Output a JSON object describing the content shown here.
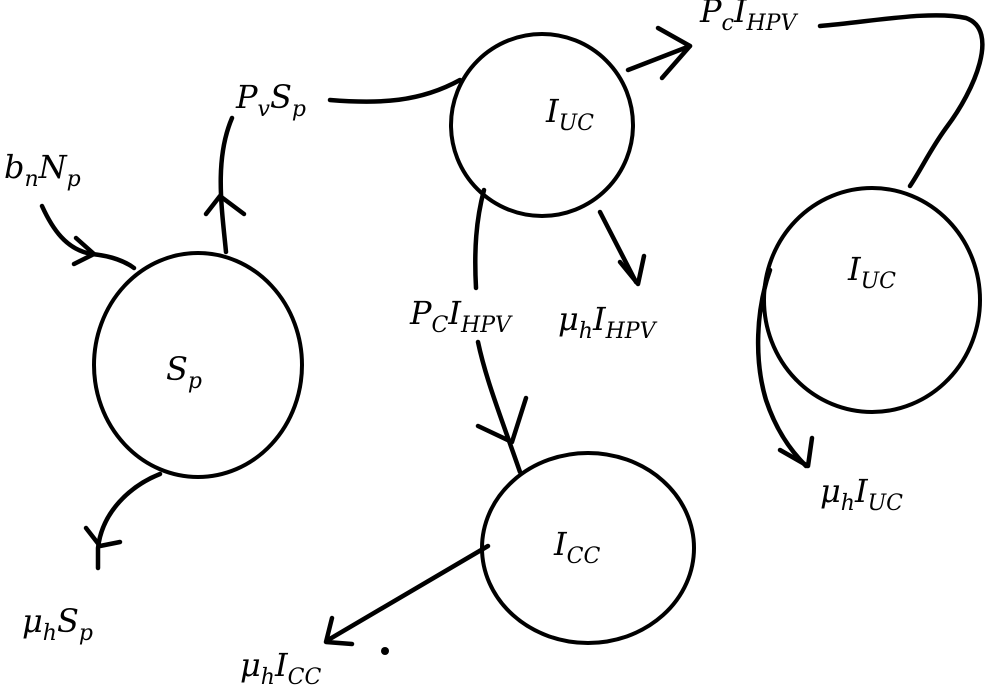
{
  "nodes": {
    "sp": {
      "base": "S",
      "sub": "p"
    },
    "iuc1": {
      "base": "I",
      "sub": "UC"
    },
    "iuc2": {
      "base": "I",
      "sub": "UC"
    },
    "icc": {
      "base": "I",
      "sub": "CC"
    }
  },
  "edges": {
    "bn_np": {
      "base": "b",
      "sub": "n",
      "base2": "N",
      "sub2": "p"
    },
    "pv_sp": {
      "base": "P",
      "sub": "v",
      "base2": "S",
      "sub2": "p"
    },
    "pc_ihpv_top": {
      "base": "P",
      "sub": "c",
      "base2": "I",
      "sub2": "HPV"
    },
    "pc_ihpv_mid": {
      "base": "P",
      "sub": "C",
      "base2": "I",
      "sub2": "HPV"
    },
    "mu_ihpv": {
      "base": "μ",
      "sub": "h",
      "base2": "I",
      "sub2": "HPV"
    },
    "mu_sp": {
      "base": "μ",
      "sub": "h",
      "base2": "S",
      "sub2": "p"
    },
    "mu_icc": {
      "base": "μ",
      "sub": "h",
      "base2": "I",
      "sub2": "CC"
    },
    "mu_iuc": {
      "base": "μ",
      "sub": "h",
      "base2": "I",
      "sub2": "UC"
    }
  }
}
